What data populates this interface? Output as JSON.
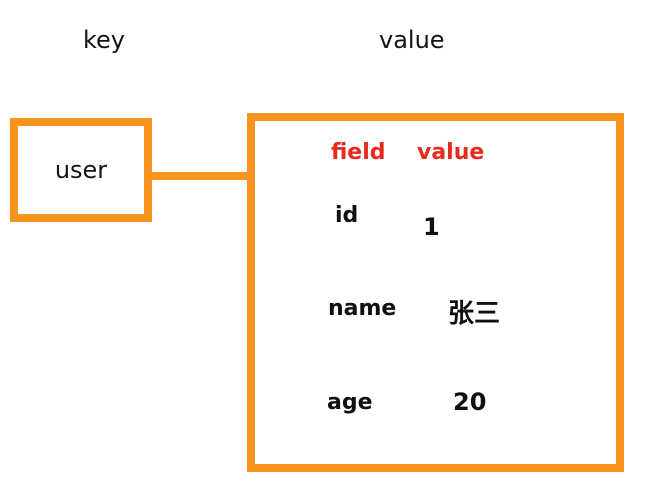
{
  "diagram": {
    "title": "redis-hash-structure-diagram",
    "colors": {
      "border_orange": "#f7941e",
      "header_red": "#e8291c",
      "text_black": "#111111",
      "background": "#ffffff"
    },
    "header": {
      "key_label": "key",
      "value_label": "value"
    },
    "key_box": {
      "label": "user"
    },
    "value_box": {
      "columns": {
        "field": "field",
        "value": "value"
      },
      "rows": [
        {
          "field": "id",
          "value": "1"
        },
        {
          "field": "name",
          "value": "张三"
        },
        {
          "field": "age",
          "value": "20"
        }
      ]
    }
  }
}
